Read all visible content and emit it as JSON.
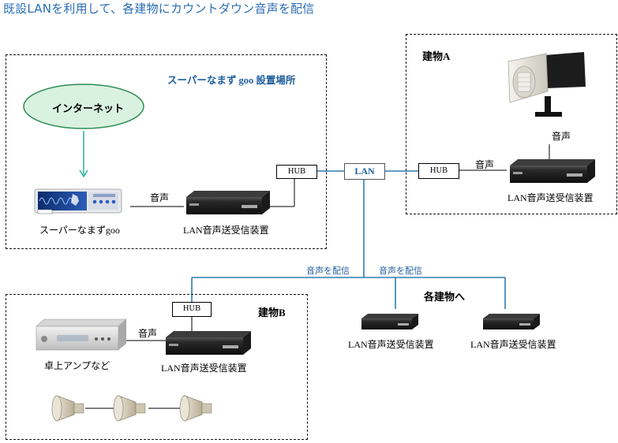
{
  "title": "既設LANを利用して、各建物にカウントダウン音声を配信",
  "region_main": {
    "label": "スーパーなまず goo  設置場所",
    "internet": "インターネット",
    "device_label": "スーパーなまずgoo",
    "audio_label": "音声",
    "unit_label": "LAN音声送受信装置",
    "hub_label": "HUB"
  },
  "lan_label": "LAN",
  "building_a": {
    "label": "建物A",
    "hub_label": "HUB",
    "audio_label1": "音声",
    "audio_label2": "音声",
    "unit_label": "LAN音声送受信装置"
  },
  "building_b": {
    "label": "建物B",
    "hub_label": "HUB",
    "audio_label": "音声",
    "amp_label": "卓上アンプなど",
    "unit_label": "LAN音声送受信装置"
  },
  "distribution": {
    "label1": "音声を配信",
    "label2": "音声を配信",
    "other_buildings": "各建物へ",
    "unit_label1": "LAN音声送受信装置",
    "unit_label2": "LAN音声送受信装置"
  },
  "colors": {
    "title": "#2a6db5",
    "line_blue": "#2b7fae",
    "label_blue": "#1f5f9e",
    "internet_fill": "#d9f2df",
    "internet_border": "#2e8b57",
    "arrow": "#2ab0a0"
  }
}
